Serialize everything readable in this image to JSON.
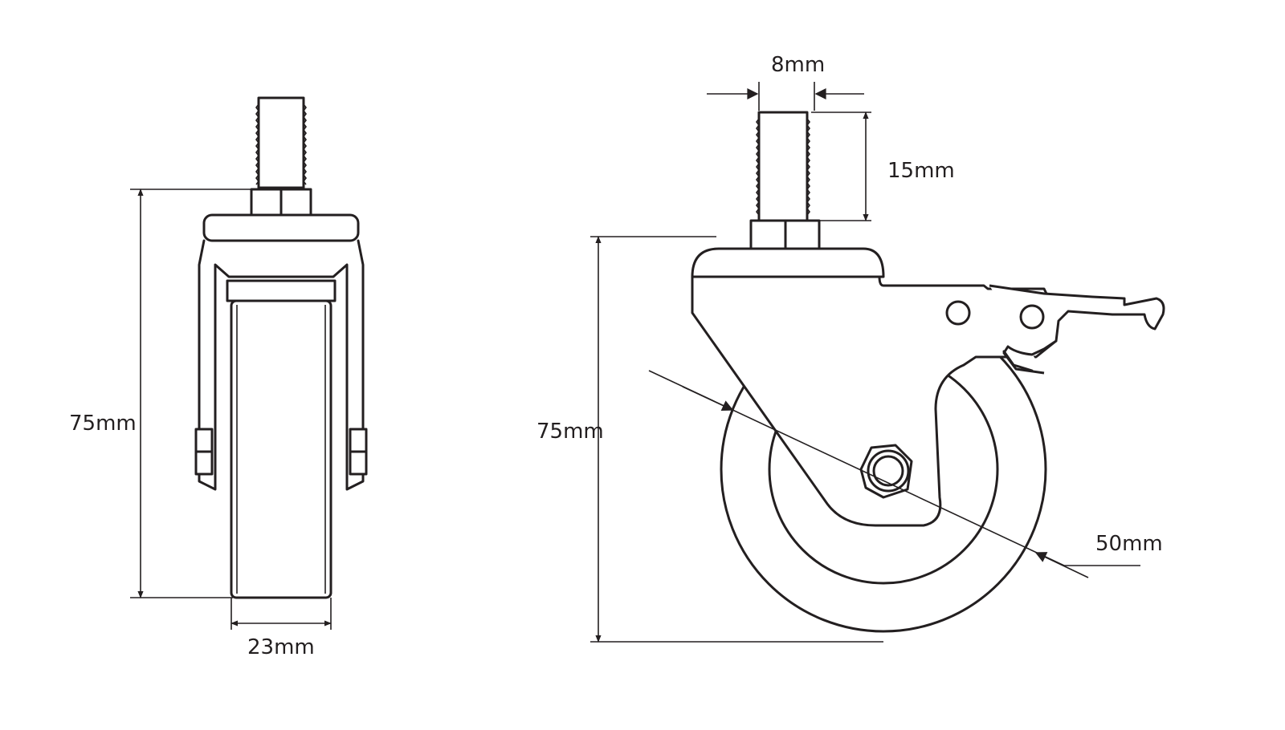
{
  "side_view": {
    "height_label": "75mm",
    "width_label": "23mm"
  },
  "front_view": {
    "stem_diameter_label": "8mm",
    "stem_length_label": "15mm",
    "height_label": "75mm",
    "wheel_diameter_label": "50mm"
  },
  "colors": {
    "line": "#231f20",
    "background": "#ffffff"
  }
}
